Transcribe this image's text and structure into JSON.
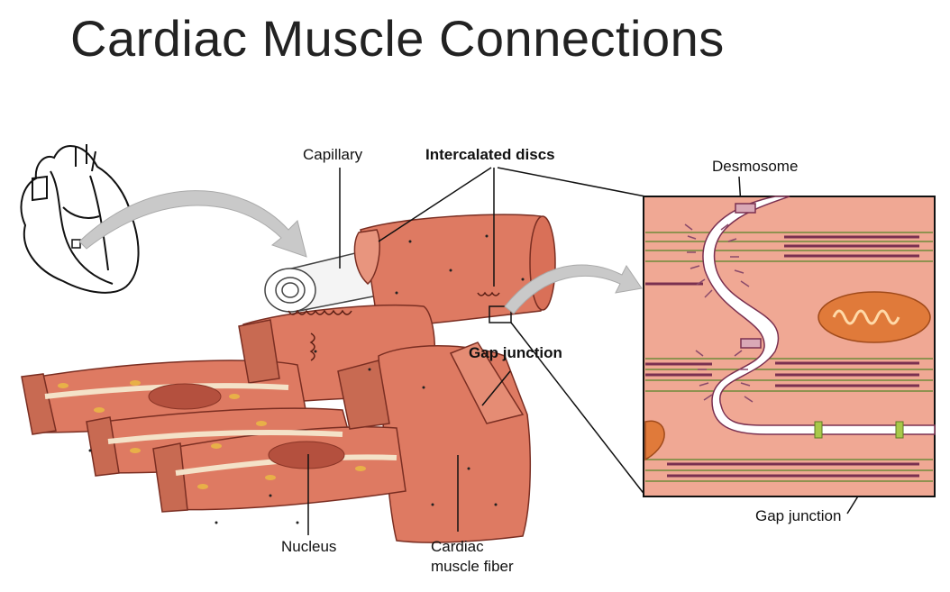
{
  "title": "Cardiac Muscle Connections",
  "labels": {
    "capillary": "Capillary",
    "intercalated_discs": "Intercalated discs",
    "desmosome": "Desmosome",
    "gap_junction_main": "Gap junction",
    "gap_junction_inset": "Gap junction",
    "nucleus": "Nucleus",
    "cardiac_fiber_line1": "Cardiac",
    "cardiac_fiber_line2": "muscle fiber"
  },
  "colors": {
    "muscle": "#de7a62",
    "muscle_dark": "#b9543f",
    "inset_bg": "#f0a894",
    "nucleus": "#c05a47",
    "fat": "#e8b048",
    "myofibril_green": "#6f8a3a",
    "myofibril_purple": "#7a3050"
  }
}
